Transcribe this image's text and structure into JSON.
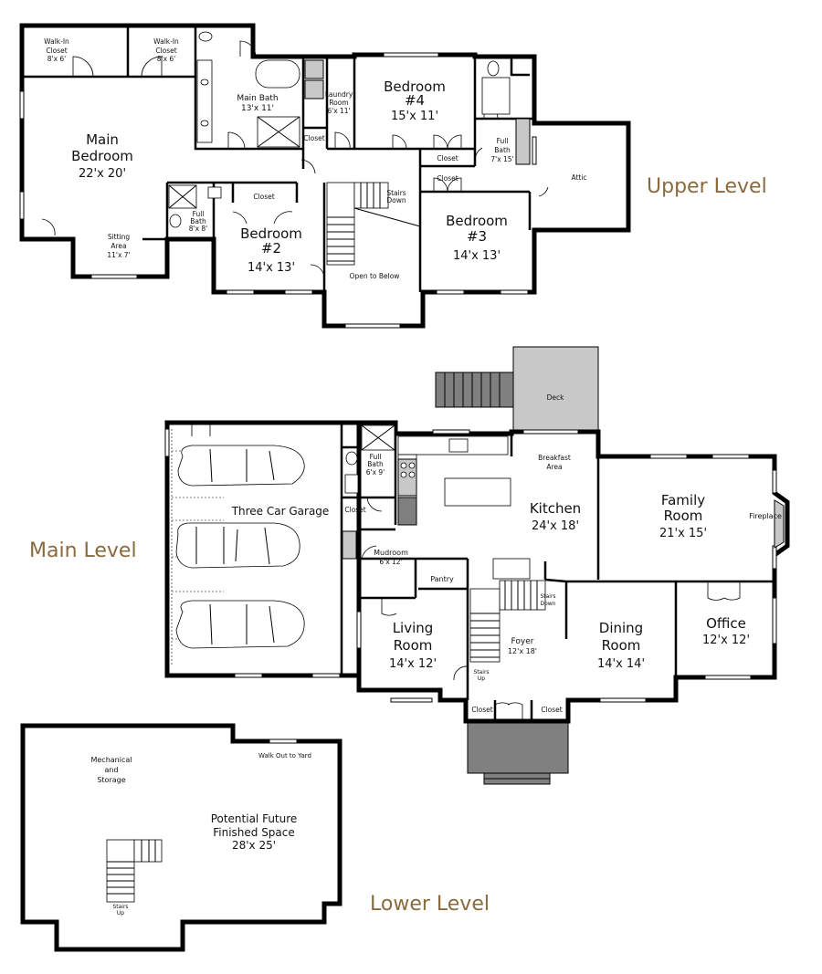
{
  "levels": {
    "upper": "Upper Level",
    "main": "Main Level",
    "lower": "Lower Level"
  },
  "upper": {
    "walkin1": [
      "Walk-In",
      "Closet",
      "8'x 6'"
    ],
    "walkin2": [
      "Walk-In",
      "Closet",
      "8'x 6'"
    ],
    "main_bedroom": [
      "Main",
      "Bedroom",
      "22'x 20'"
    ],
    "sitting": [
      "Sitting",
      "Area",
      "11'x 7'"
    ],
    "main_bath": [
      "Main Bath",
      "13'x 11'"
    ],
    "laundry": [
      "Laundry",
      "Room",
      "6'x 11'"
    ],
    "closet_laundry": "Closet",
    "bedroom4": [
      "Bedroom",
      "#4",
      "15'x 11'"
    ],
    "full_bath_7x15": [
      "Full",
      "Bath",
      "7'x 15'"
    ],
    "attic": "Attic",
    "closet_b4": "Closet",
    "closet_b3": "Closet",
    "full_bath_8x8": [
      "Full",
      "Bath",
      "8'x 8'"
    ],
    "closet_b2": "Closet",
    "bedroom2": [
      "Bedroom",
      "#2",
      "14'x 13'"
    ],
    "stairs_down": [
      "Stairs",
      "Down"
    ],
    "open_below": "Open to Below",
    "bedroom3": [
      "Bedroom",
      "#3",
      "14'x 13'"
    ]
  },
  "main": {
    "deck": "Deck",
    "breakfast": [
      "Breakfast",
      "Area"
    ],
    "garage": "Three Car Garage",
    "full_bath": [
      "Full",
      "Bath",
      "6'x 9'"
    ],
    "closet_bath": "Closet",
    "kitchen": [
      "Kitchen",
      "24'x 18'"
    ],
    "family": [
      "Family",
      "Room",
      "21'x 15'"
    ],
    "fireplace": "Fireplace",
    "mudroom": [
      "Mudroom",
      "6'x 12'"
    ],
    "pantry": "Pantry",
    "stairs_down": [
      "Stairs",
      "Down"
    ],
    "living": [
      "Living",
      "Room",
      "14'x 12'"
    ],
    "foyer": [
      "Foyer",
      "12'x 18'"
    ],
    "dining": [
      "Dining",
      "Room",
      "14'x 14'"
    ],
    "office": [
      "Office",
      "12'x 12'"
    ],
    "stairs_up": [
      "Stairs",
      "Up"
    ],
    "closet_left": "Closet",
    "closet_right": "Closet"
  },
  "lower": {
    "mechanical": [
      "Mechanical",
      "and",
      "Storage"
    ],
    "walkout": "Walk Out to Yard",
    "future": [
      "Potential Future",
      "Finished Space",
      "28'x 25'"
    ],
    "stairs_up": [
      "Stairs",
      "Up"
    ]
  }
}
